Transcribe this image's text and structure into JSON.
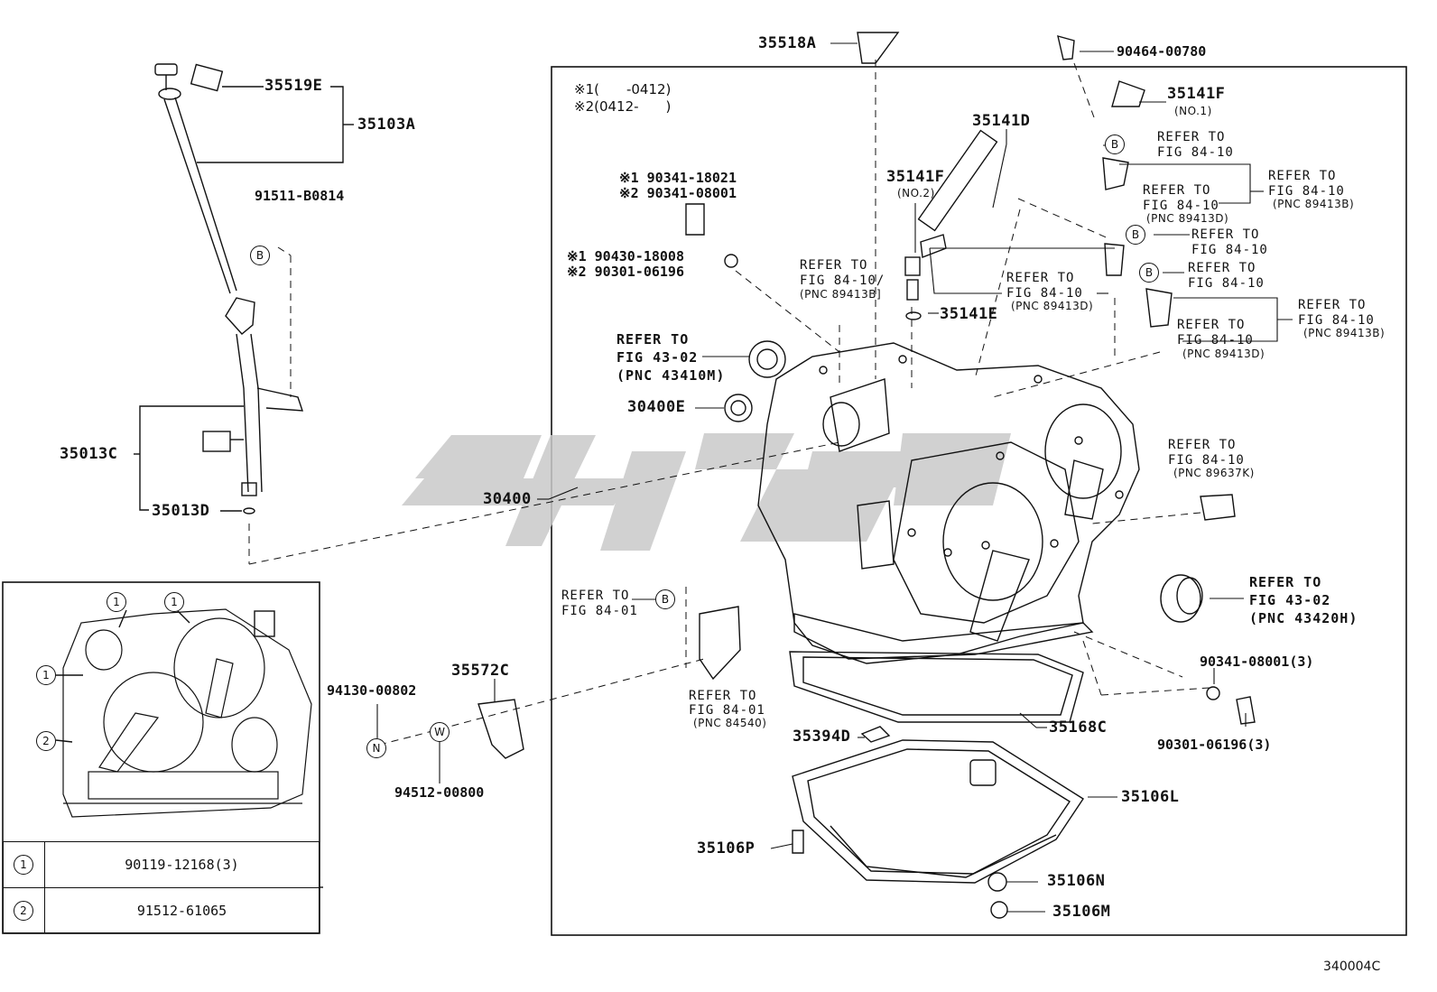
{
  "labels": {
    "p35518A": "35518A",
    "p90464": "90464-00780",
    "p35519E": "35519E",
    "p35103A": "35103A",
    "p91511": "91511-B0814",
    "p35141F_top": "35141F",
    "p35141F_top_sub": "(NO.1)",
    "p35141D": "35141D",
    "p35141F_mid": "35141F",
    "p35141F_mid_sub": "(NO.2)",
    "p35141E": "35141E",
    "p30400E": "30400E",
    "p30400": "30400",
    "p35013C": "35013C",
    "p35013D": "35013D",
    "p35572C": "35572C",
    "p94130": "94130-00802",
    "p94512": "94512-00800",
    "p35168C": "35168C",
    "p35394D": "35394D",
    "p35106L": "35106L",
    "p35106P": "35106P",
    "p35106N": "35106N",
    "p35106M": "35106M",
    "p90341_3": "90341-08001(3)",
    "p90301_3": "90301-06196(3)",
    "diagram_code": "340004C"
  },
  "notes": {
    "n1": "※1(　　-0412)",
    "n2": "※2(0412-　　)",
    "bolt1": "※1 90341-18021",
    "bolt2": "※2 90341-08001",
    "gasket1": "※1 90430-18008",
    "gasket2": "※2 90301-06196"
  },
  "refs": {
    "ref_to": "REFER TO",
    "fig8410": "FIG 84-10",
    "fig8401": "FIG 84-01",
    "fig4302": "FIG 43-02",
    "pnc89413B": "(PNC 89413B)",
    "pnc89413D": "(PNC 89413D)",
    "pnc89637K": "(PNC 89637K)",
    "pnc84540": "(PNC 84540)",
    "pnc43410M": "(PNC 43410M)",
    "pnc43420H": "(PNC 43420H)",
    "fig8410_slash": "FIG 84-10/",
    "pnc89413B_sq": "(PNC 89413B]"
  },
  "marks": {
    "B": "B",
    "N": "N",
    "W": "W",
    "one": "1",
    "two": "2"
  },
  "table": [
    {
      "mark": "1",
      "part": "90119-12168(3)"
    },
    {
      "mark": "2",
      "part": "91512-61065"
    }
  ],
  "colors": {
    "ink": "#111111",
    "watermark": "#c9c9c9"
  },
  "icons": [
    "watermark-logo",
    "transaxle-assembly",
    "oil-pan",
    "dipstick"
  ]
}
